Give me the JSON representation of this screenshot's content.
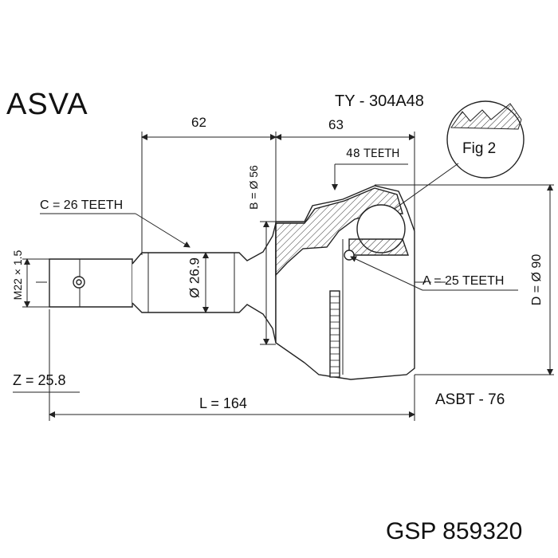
{
  "header": {
    "brand": "ASVA",
    "part_number": "TY - 304A48"
  },
  "dimensions": {
    "len_62": "62",
    "len_63": "63",
    "abs_teeth": "48 TEETH",
    "b_dia": "B = Ø 56",
    "c_teeth": "C = 26 TEETH",
    "thread": "M22 × 1.5",
    "shaft_dia": "Ø 26.9",
    "a_teeth": "A = 25 TEETH",
    "d_dia": "D = Ø 90",
    "z": "Z = 25.8",
    "length": "L = 164"
  },
  "figure_label": "Fig 2",
  "abs_code": "ASBT - 76",
  "footer": "GSP 859320"
}
